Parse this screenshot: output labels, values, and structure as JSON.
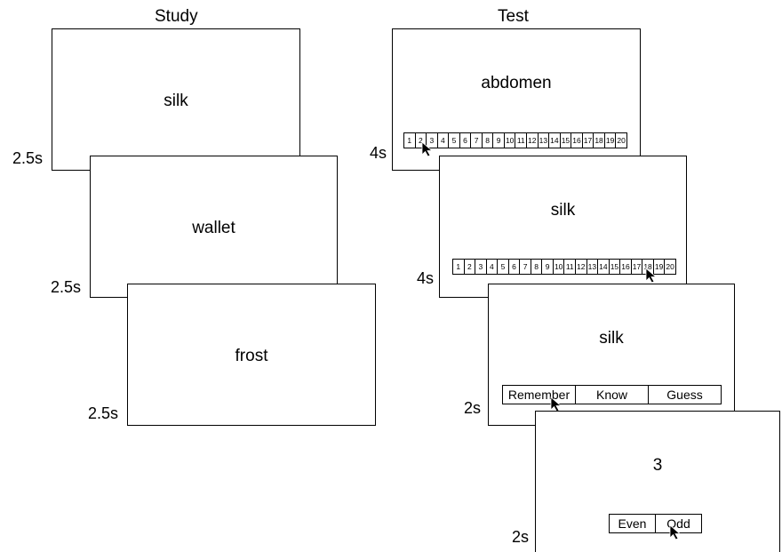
{
  "headings": {
    "study": "Study",
    "test": "Test"
  },
  "study": [
    {
      "word": "silk",
      "duration": "2.5s"
    },
    {
      "word": "wallet",
      "duration": "2.5s"
    },
    {
      "word": "frost",
      "duration": "2.5s"
    }
  ],
  "test": [
    {
      "word": "abdomen",
      "duration": "4s",
      "response": "scale",
      "selected": "2"
    },
    {
      "word": "silk",
      "duration": "4s",
      "response": "scale",
      "selected": "18"
    },
    {
      "word": "silk",
      "duration": "2s",
      "response": "choice",
      "options": [
        "Remember",
        "Know",
        "Guess"
      ],
      "selected": "Remember"
    },
    {
      "word": "3",
      "duration": "2s",
      "response": "choice",
      "options": [
        "Even",
        "Odd"
      ],
      "selected": "Odd"
    }
  ],
  "scale_labels": [
    "1",
    "2",
    "3",
    "4",
    "5",
    "6",
    "7",
    "8",
    "9",
    "10",
    "11",
    "12",
    "13",
    "14",
    "15",
    "16",
    "17",
    "18",
    "19",
    "20"
  ],
  "icons": {
    "pointer": "cursor-arrow-icon"
  }
}
